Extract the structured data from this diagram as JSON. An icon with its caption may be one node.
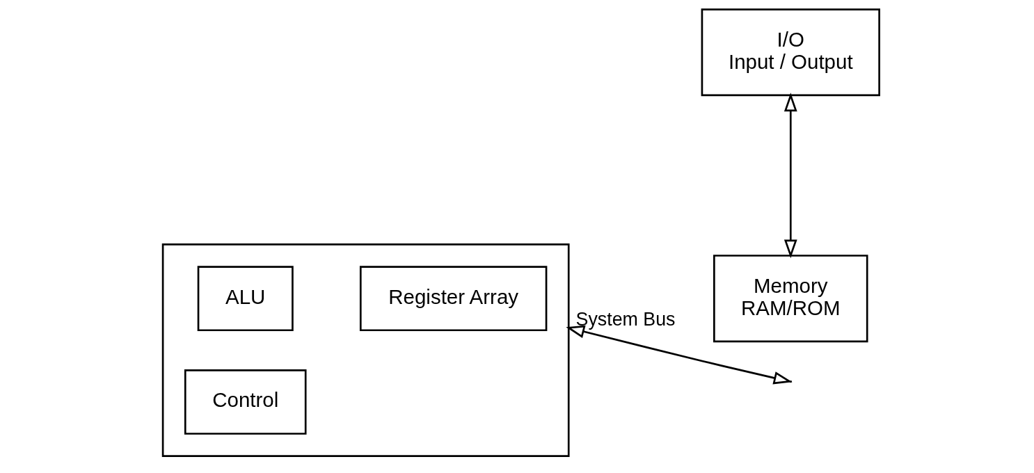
{
  "diagram": {
    "nodes": [
      {
        "text": [],
        "shape": "box"
      },
      {
        "text": [
          "ALU"
        ],
        "in": 0
      },
      {
        "text": [
          "Register Array"
        ],
        "in": 0
      },
      {
        "text": [
          "Control"
        ],
        "in": 0
      },
      {
        "text": [
          "I/O",
          "Input / Output"
        ]
      },
      {
        "text": [
          "Memory",
          "RAM/ROM"
        ]
      }
    ],
    "edges": [
      {
        "from": 0,
        "to": null,
        "arrow": "both",
        "label": "System Bus"
      },
      {
        "from": 4,
        "to": 5,
        "arrow": "both"
      }
    ]
  }
}
